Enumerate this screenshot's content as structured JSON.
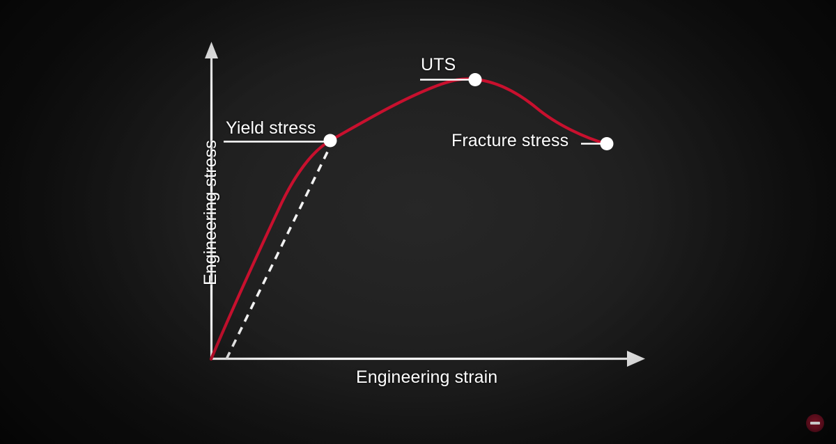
{
  "figure": {
    "background_color": "#1b1b1b",
    "curve_color": "#C8102E",
    "axis_color": "#FFFFFF",
    "marker_color": "#FFFFFF",
    "dashed_line_color": "#F2F2F2"
  },
  "axes": {
    "x_label": "Engineering strain",
    "y_label": "Engineering stress"
  },
  "annotations": {
    "yield": "Yield stress",
    "uts": "UTS",
    "fracture": "Fracture stress"
  },
  "chart_data": {
    "type": "line",
    "title": "",
    "xlabel": "Engineering strain",
    "ylabel": "Engineering stress",
    "xlim": [
      0,
      1
    ],
    "ylim": [
      0,
      1
    ],
    "grid": false,
    "legend": "none",
    "axis_ticks": {
      "x": [],
      "y": []
    },
    "series": [
      {
        "name": "Engineering stress-strain curve",
        "color": "#C8102E",
        "style": "solid",
        "points": [
          [
            0.0,
            0.0
          ],
          [
            0.04,
            0.105
          ],
          [
            0.08,
            0.215
          ],
          [
            0.12,
            0.325
          ],
          [
            0.16,
            0.43
          ],
          [
            0.2,
            0.53
          ],
          [
            0.24,
            0.62
          ],
          [
            0.275,
            0.692
          ],
          [
            0.32,
            0.78
          ],
          [
            0.38,
            0.853
          ],
          [
            0.45,
            0.905
          ],
          [
            0.52,
            0.94
          ],
          [
            0.6,
            0.962
          ],
          [
            0.67,
            0.968
          ],
          [
            0.73,
            0.955
          ],
          [
            0.79,
            0.928
          ],
          [
            0.85,
            0.88
          ],
          [
            0.9,
            0.82
          ],
          [
            0.94,
            0.755
          ],
          [
            0.96,
            0.706
          ]
        ]
      },
      {
        "name": "Elastic modulus reference line",
        "color": "#F2F2F2",
        "style": "dashed",
        "points": [
          [
            0.035,
            0.0
          ],
          [
            0.275,
            0.692
          ]
        ]
      }
    ],
    "annotated_points": [
      {
        "label": "Yield stress",
        "x": 0.275,
        "y": 0.692,
        "marker": "circle"
      },
      {
        "label": "UTS",
        "x": 0.61,
        "y": 0.963,
        "marker": "circle"
      },
      {
        "label": "Fracture stress",
        "x": 0.915,
        "y": 0.777,
        "marker": "circle"
      }
    ]
  },
  "watermark": {
    "name": "channel-logo-watermark"
  }
}
